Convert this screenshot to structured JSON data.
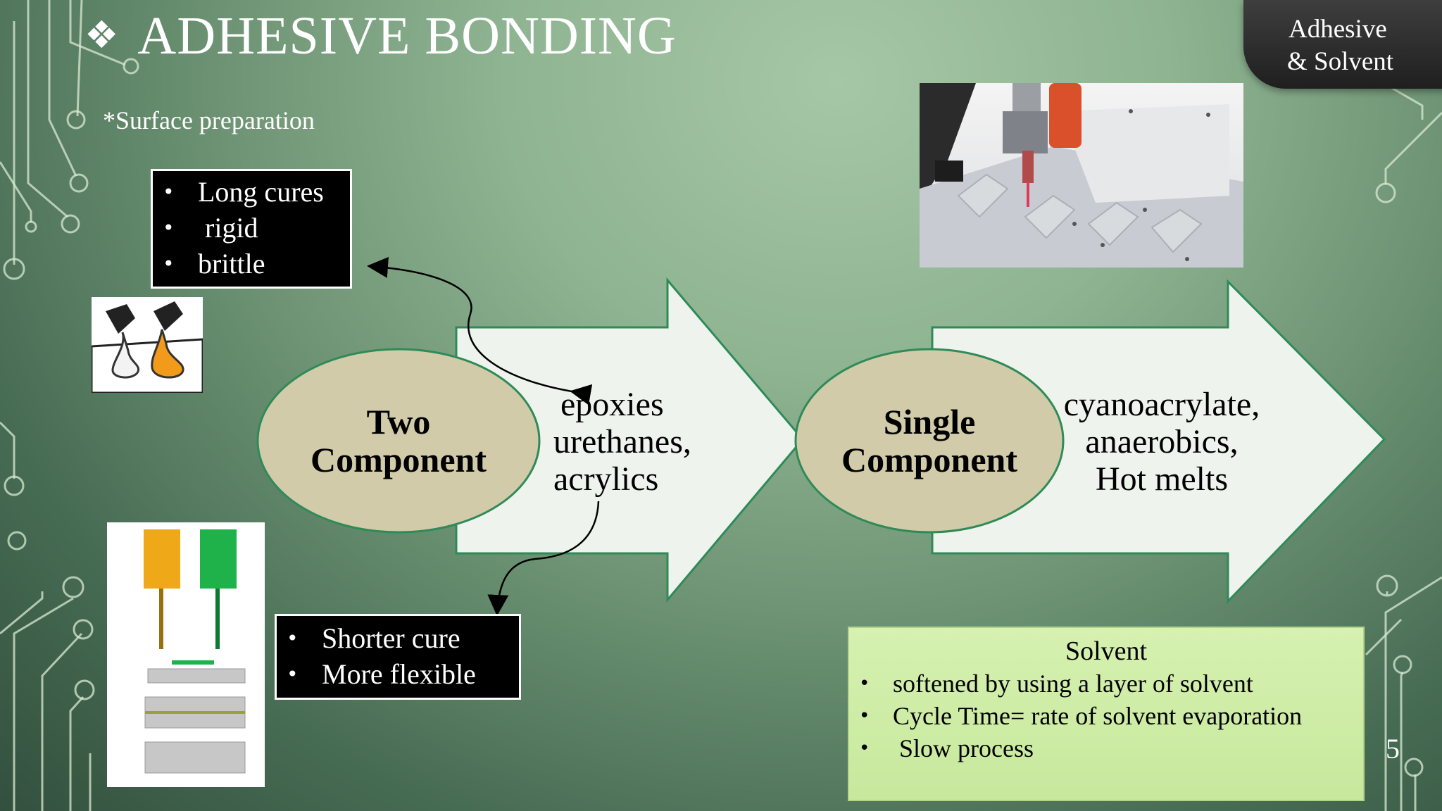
{
  "slide": {
    "title": "ADHESIVE BONDING",
    "title_bullet": "❖",
    "subtitle": "*Surface preparation",
    "tab": {
      "line1": "Adhesive",
      "line2": "& Solvent"
    },
    "page_number": "5"
  },
  "two_component_box": {
    "items": [
      "Long cures",
      " rigid",
      "brittle"
    ]
  },
  "shorter_box": {
    "items": [
      "Shorter cure",
      "More flexible"
    ]
  },
  "flow": {
    "two_component_label": [
      "Two",
      "Component"
    ],
    "two_component_examples": [
      "epoxies",
      "urethanes,",
      "acrylics"
    ],
    "single_component_label": [
      "Single",
      "Component"
    ],
    "single_component_examples": [
      "cyanoacrylate,",
      "anaerobics,",
      "Hot melts"
    ]
  },
  "solvent_box": {
    "heading": "Solvent",
    "items": [
      "softened by using a layer of solvent",
      "Cycle Time= rate of solvent evaporation",
      " Slow process"
    ]
  },
  "colors": {
    "ellipse_fill": "#d2cba9",
    "arrow_fill": "#eef3ee",
    "arrow_stroke": "#2e8b57",
    "solvent_fill": "#d1eeaa"
  },
  "icons": [
    "diamond-bullet-icon",
    "circuit-decoration"
  ]
}
